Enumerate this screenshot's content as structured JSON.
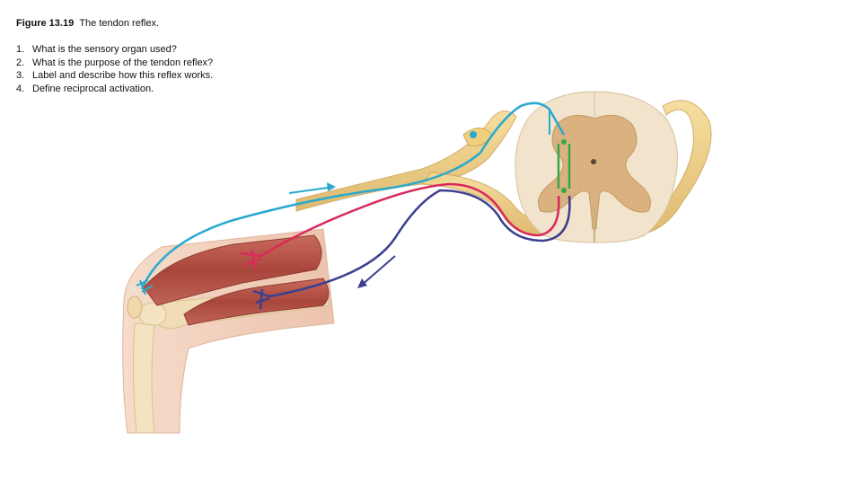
{
  "caption": {
    "figure_label": "Figure 13.19",
    "title": "The tendon reflex."
  },
  "questions": [
    {
      "num": "1.",
      "text": "What is the sensory organ used?"
    },
    {
      "num": "2.",
      "text": "What is the purpose of the tendon reflex?"
    },
    {
      "num": "3.",
      "text": "Label and describe how this reflex works."
    },
    {
      "num": "4.",
      "text": "Define reciprocal activation."
    }
  ],
  "colors": {
    "sensory_neuron": "#29a9cf",
    "motor_neuron_agonist": "#d9295a",
    "motor_neuron_antagonist": "#3b3f8f",
    "interneuron": "#3aa64a",
    "nerve": "#e8c77a",
    "spinal_gray": "#d9b27f",
    "spinal_white": "#f1e3cc",
    "muscle": "#b5554a",
    "bone": "#f0ddb5",
    "skin": "#f2d1bd"
  }
}
